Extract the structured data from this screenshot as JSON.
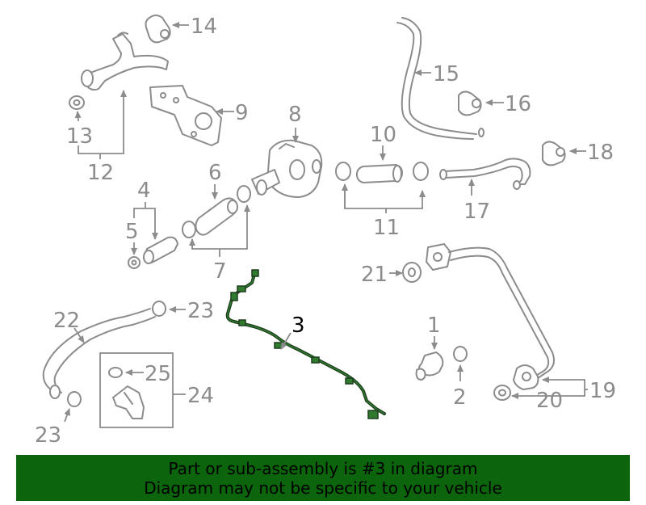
{
  "diagram": {
    "highlight_color": "#2f7a2f",
    "part_color": "#8c8c8c",
    "callouts": {
      "p1": "1",
      "p2": "2",
      "p3": "3",
      "p4": "4",
      "p5": "5",
      "p6": "6",
      "p7": "7",
      "p8": "8",
      "p9": "9",
      "p10": "10",
      "p11": "11",
      "p12": "12",
      "p13": "13",
      "p14": "14",
      "p15": "15",
      "p16": "16",
      "p17": "17",
      "p18": "18",
      "p19": "19",
      "p20": "20",
      "p21": "21",
      "p22": "22",
      "p23a": "23",
      "p23b": "23",
      "p24": "24",
      "p25": "25"
    }
  },
  "banner": {
    "line1": "Part or sub-assembly is #3 in diagram",
    "line2": "Diagram may not be specific to your vehicle",
    "color": "#0c640c"
  }
}
